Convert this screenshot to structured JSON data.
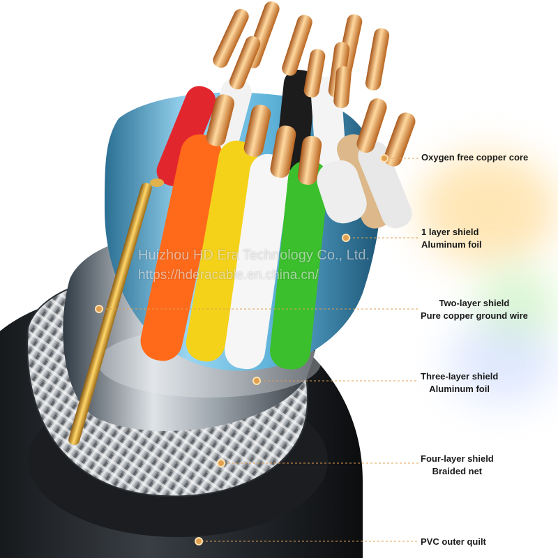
{
  "image": {
    "subject": "cutaway of a multi-core shielded cable",
    "accent_color": "#e0a050"
  },
  "watermark": {
    "company": "Huizhou HD Era Technology Co., Ltd.",
    "url": "https://hderacable.en.china.cn/"
  },
  "callouts": [
    {
      "lines": [
        "Oxygen free copper core"
      ]
    },
    {
      "lines": [
        "1 layer shield",
        "Aluminum foil"
      ]
    },
    {
      "lines": [
        "Two-layer shield",
        "Pure copper ground wire"
      ]
    },
    {
      "lines": [
        "Three-layer shield",
        "Aluminum foil"
      ]
    },
    {
      "lines": [
        "Four-layer shield",
        "Braided net"
      ]
    },
    {
      "lines": [
        "PVC outer quilt"
      ]
    }
  ]
}
